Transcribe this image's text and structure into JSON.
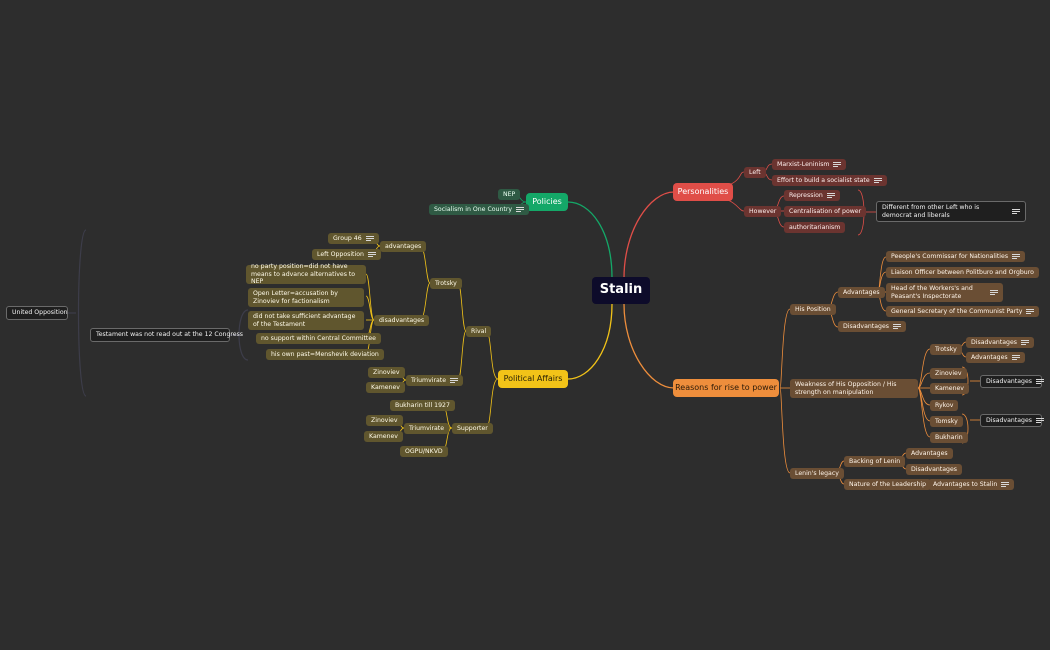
{
  "map": {
    "root": "Stalin",
    "policies": {
      "label": "Policies",
      "nep": "NEP",
      "socialism": "Socialism in One Country"
    },
    "personalities": {
      "label": "Personalities",
      "left": "Left",
      "marxist": "Marxist-Leninism",
      "effort": "Effort to build a socialist state",
      "however": "However",
      "repression": "Repression",
      "centralisation": "Centralisation of power",
      "authoritarianism": "authoritarianism",
      "different": "Different from other Left who is democrat and liberals"
    },
    "reasons": {
      "label": "Reasons for rise to power",
      "his_position": "His Position",
      "advantages": "Advantages",
      "commissar": "Peeople's Commissar for Nationalities",
      "liaison": "Liaison Officer between Politburo and Orgburo",
      "head": "Head of the Workers's and Peasant's Inspectorate",
      "general_secretary": "General Secretary of the Communist Party",
      "disadvantages": "Disadvantages",
      "weakness": "Weakness of His Opposition / His strength on manipulation",
      "trotsky": "Trotsky",
      "trotsky_disadvantages": "Disadvantages",
      "trotsky_advantages": "Advantages",
      "zinoviev": "Zinoviev",
      "kamenev": "Kamenev",
      "rykov": "Rykov",
      "tomsky": "Tomsky",
      "bukharin": "Bukharin",
      "group1_disadvantages": "Disadvantages",
      "group2_disadvantages": "Disadvantages",
      "lenins_legacy": "Lenin's legacy",
      "backing": "Backing of Lenin",
      "backing_advantages": "Advantages",
      "backing_disadvantages": "Disadvantages",
      "nature": "Nature of the Leadership",
      "advantages_to_stalin": "Advantages to Stalin"
    },
    "political": {
      "label": "Political Affairs",
      "rival": "Rival",
      "trotsky": "Trotsky",
      "advantages": "advantages",
      "group46": "Group 46",
      "left_opposition": "Left Opposition",
      "disadvantages": "disadvantages",
      "no_party": "no party position=did not have means to advance alternatives to NEP",
      "open_letter": "Open Letter=accusation by Zinoviev for factionalism",
      "did_not_take": "did not take sufficient advantage of the Testament",
      "no_support": "no support within Central Committee",
      "past": "his own past=Menshevik deviation",
      "triumvirate": "Triumvirate",
      "zinoviev": "Zinoviev",
      "kamenev": "Kamenev",
      "supporter": "Supporter",
      "bukharin": "Bukharin till 1927",
      "triumvirate2": "Triumvirate",
      "zinoviev2": "Zinoviev",
      "kamenev2": "Kamenev",
      "ogpu": "OGPU/NKVD",
      "testament": "Testament was not read out at the 12 Congress",
      "united": "United Opposition"
    }
  },
  "colors": {
    "background": "#2d2d2d",
    "root": "#0d0b2a",
    "policies": "#14a868",
    "personalities": "#e04e48",
    "reasons": "#ee8e3c",
    "political": "#f2c318"
  }
}
